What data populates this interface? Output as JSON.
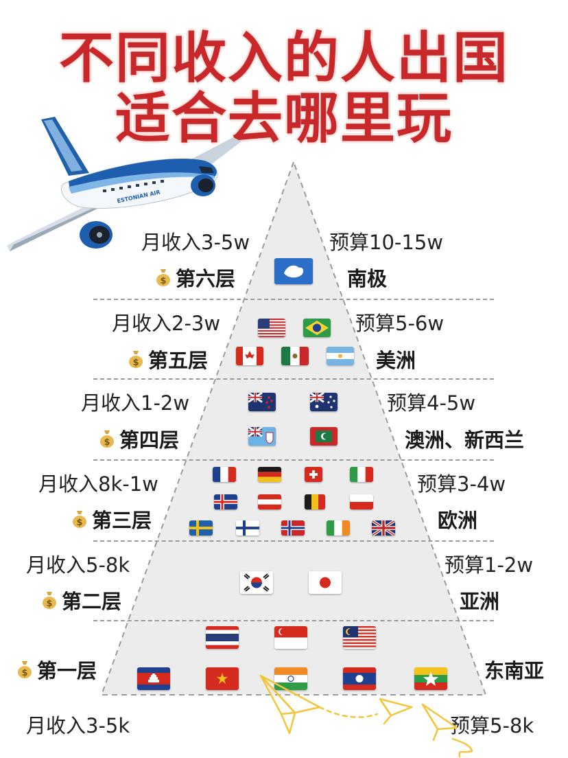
{
  "title": {
    "line1": "不同收入的人出国",
    "line2": "适合去哪里玩"
  },
  "airplane": {
    "livery_text": "ESTONIAN AIR"
  },
  "tiers": [
    {
      "level": "第六层",
      "income": "月收入3-5w",
      "budget": "预算10-15w",
      "region": "南极"
    },
    {
      "level": "第五层",
      "income": "月收入2-3w",
      "budget": "预算5-6w",
      "region": "美洲"
    },
    {
      "level": "第四层",
      "income": "月收入1-2w",
      "budget": "预算4-5w",
      "region": "澳洲、新西兰"
    },
    {
      "level": "第三层",
      "income": "月收入8k-1w",
      "budget": "预算3-4w",
      "region": "欧洲"
    },
    {
      "level": "第二层",
      "income": "月收入5-8k",
      "budget": "预算1-2w",
      "region": "亚洲"
    },
    {
      "level": "第一层",
      "income": "月收入3-5k",
      "budget": "预算5-8k",
      "region": "东南亚"
    }
  ],
  "flags": {
    "tier6": [
      "antarctica-flag"
    ],
    "tier5": [
      "usa-flag",
      "brazil-flag",
      "canada-flag",
      "mexico-flag",
      "argentina-flag"
    ],
    "tier4": [
      "new-zealand-flag",
      "australia-flag",
      "fiji-flag",
      "maldives-flag"
    ],
    "tier3": [
      "france-flag",
      "germany-flag",
      "switzerland-flag",
      "italy-flag",
      "iceland-flag",
      "austria-flag",
      "belgium-flag",
      "poland-flag",
      "sweden-flag",
      "finland-flag",
      "norway-flag",
      "ireland-flag",
      "uk-flag"
    ],
    "tier2": [
      "south-korea-flag",
      "japan-flag"
    ],
    "tier1": [
      "thailand-flag",
      "singapore-flag",
      "malaysia-flag",
      "cambodia-flag",
      "vietnam-flag",
      "india-flag",
      "laos-flag",
      "myanmar-flag"
    ]
  },
  "colors": {
    "title_red": "#c8282a",
    "pyramid_fill": "#ececec",
    "dash": "#9a9a9a",
    "doodle_yellow": "#f3c53a"
  }
}
